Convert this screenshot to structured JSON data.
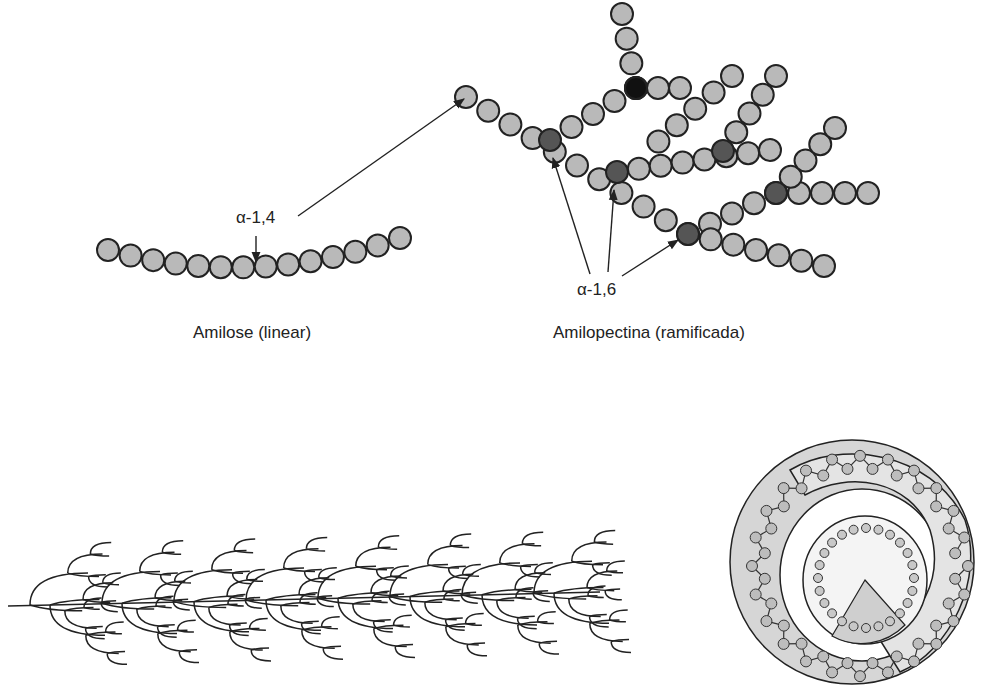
{
  "diagram": {
    "labels": [
      "α-1,4",
      "α-1,6",
      "Amilose (linear)",
      "Amilopectina (ramificada)"
    ]
  }
}
